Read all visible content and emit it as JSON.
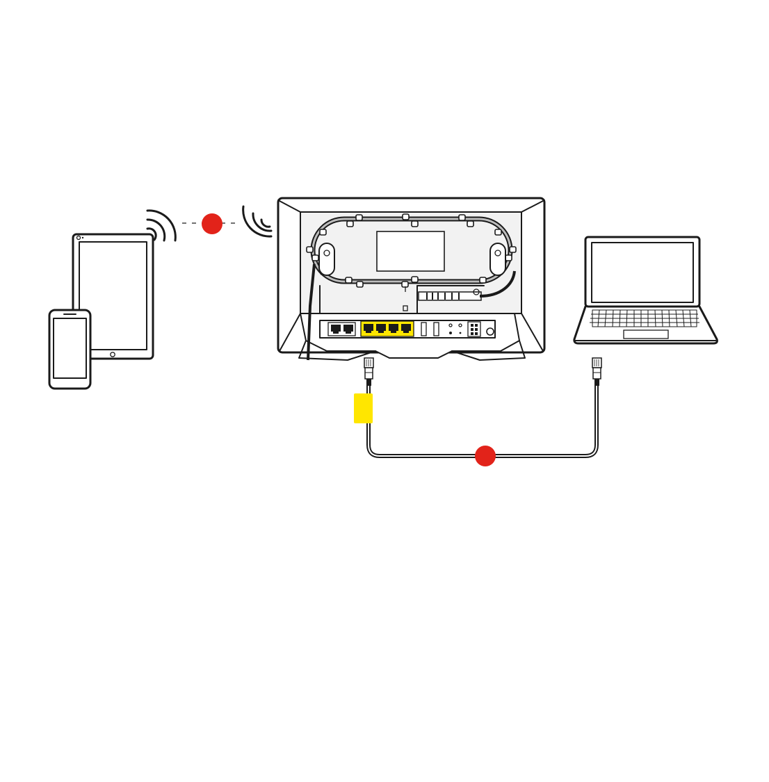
{
  "colors": {
    "ink": "#1a1a1a",
    "marker_red": "#e2231a",
    "accent_yellow": "#ffe600",
    "background": "#ffffff",
    "router_inner": "#f2f2f2"
  },
  "diagram": {
    "devices": [
      {
        "id": "smartphone",
        "icon": "smartphone-icon"
      },
      {
        "id": "tablet",
        "icon": "tablet-icon"
      },
      {
        "id": "router",
        "icon": "router-back-panel-icon"
      },
      {
        "id": "laptop",
        "icon": "laptop-icon"
      }
    ],
    "connections": [
      {
        "id": "wifi-link",
        "style": "dashed wireless",
        "from": "tablet",
        "to": "router",
        "marker": "red-dot"
      },
      {
        "id": "ethernet-link",
        "style": "cable",
        "from": "router",
        "to": "laptop",
        "marker": "red-dot",
        "tag": "yellow-lan-tag"
      }
    ],
    "router_ports": {
      "grey_ports": 2,
      "yellow_lan_ports": 4,
      "usb_ports": 2
    }
  }
}
